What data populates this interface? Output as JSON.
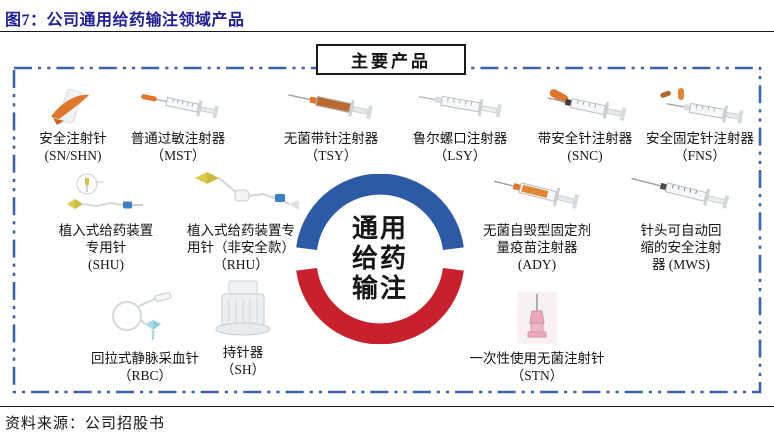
{
  "figure": {
    "title": "图7：公司通用给药输注领域产品",
    "source": "资料来源：公司招股书"
  },
  "banner": {
    "label": "主要产品"
  },
  "hub": {
    "lines": [
      "通用",
      "给药",
      "输注"
    ]
  },
  "colors": {
    "title_navy": "#1e1e96",
    "frame_blue": "#3b62ad",
    "ring_blue": "#2d5aa6",
    "ring_red": "#c9202e",
    "accent_orange": "#e0762b"
  },
  "products": [
    {
      "id": "SN",
      "code": "SN/SHN",
      "lines": [
        "安全注射针",
        "(SN/SHN)"
      ]
    },
    {
      "id": "MST",
      "code": "MST",
      "lines": [
        "普通过敏注射器",
        "（MST）"
      ]
    },
    {
      "id": "TSY",
      "code": "TSY",
      "lines": [
        "无菌带针注射器",
        "（TSY）"
      ]
    },
    {
      "id": "LSY",
      "code": "LSY",
      "lines": [
        "鲁尔螺口注射器",
        "（LSY）"
      ]
    },
    {
      "id": "SNC",
      "code": "SNC",
      "lines": [
        "带安全针注射器",
        "(SNC)"
      ]
    },
    {
      "id": "FNS",
      "code": "FNS",
      "lines": [
        "安全固定针注射器",
        "（FNS）"
      ]
    },
    {
      "id": "SHU",
      "code": "SHU",
      "lines": [
        "植入式给药装置",
        "专用针",
        "(SHU)"
      ]
    },
    {
      "id": "RHU",
      "code": "RHU",
      "lines": [
        "植入式给药装置专",
        "用针（非安全款）",
        "（RHU）"
      ]
    },
    {
      "id": "ADY",
      "code": "ADY",
      "lines": [
        "无菌自毁型固定剂",
        "量疫苗注射器",
        "(ADY)"
      ]
    },
    {
      "id": "MWS",
      "code": "MWS",
      "lines": [
        "针头可自动回",
        "缩的安全注射",
        "器 (MWS)"
      ]
    },
    {
      "id": "RBC",
      "code": "RBC",
      "lines": [
        "回拉式静脉采血针",
        "（RBC）"
      ]
    },
    {
      "id": "SH",
      "code": "SH",
      "lines": [
        "持针器",
        "（SH）"
      ]
    },
    {
      "id": "STN",
      "code": "STN",
      "lines": [
        "一次性使用无菌注射针",
        "（STN）"
      ]
    }
  ]
}
